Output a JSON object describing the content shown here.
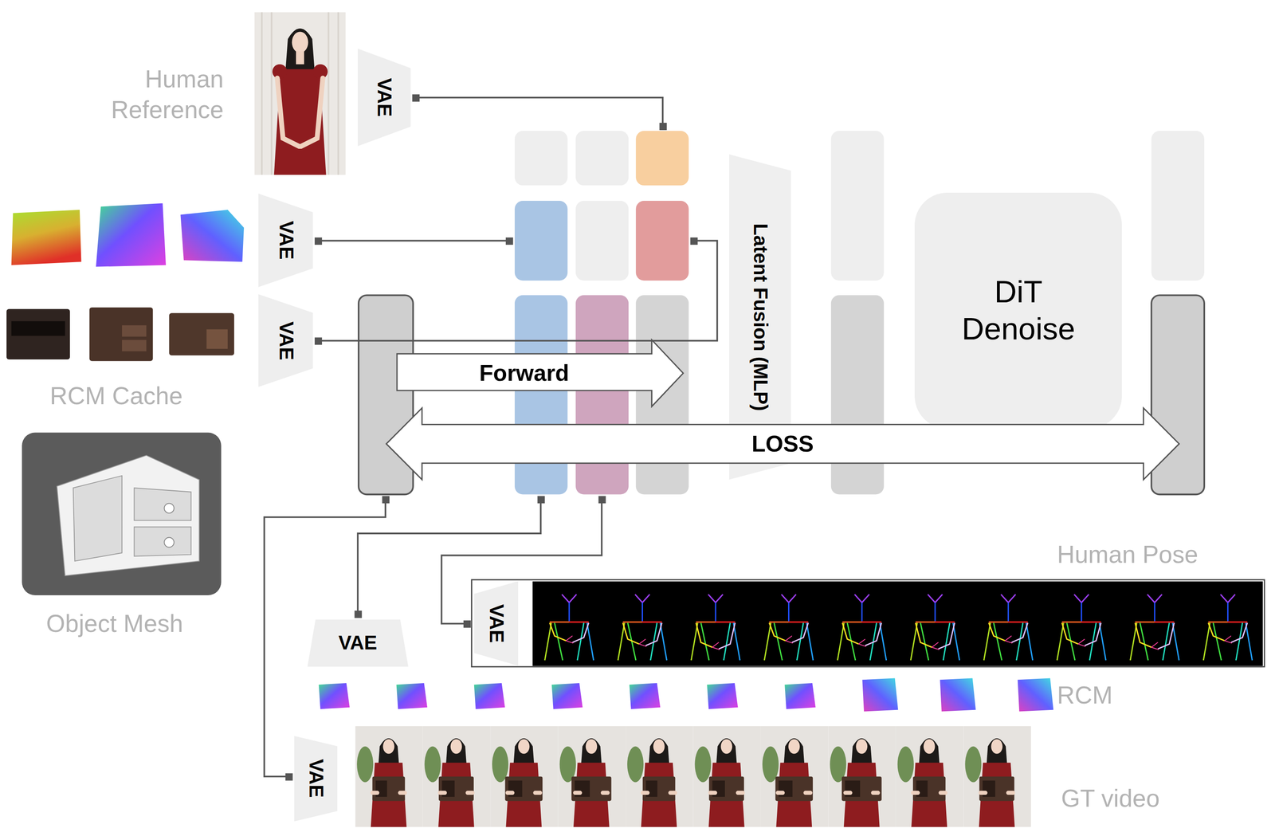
{
  "diagram": {
    "nodes": [
      {
        "text": [
          "VAE"
        ]
      },
      {
        "text": [
          "VAE"
        ]
      },
      {
        "text": [
          "VAE"
        ]
      },
      {
        "text": [
          "Forward"
        ]
      },
      {
        "text": [
          "Latent Fusion (MLP)"
        ]
      },
      {
        "text": [
          "DiT Denoise"
        ]
      },
      {
        "text": [
          "LOSS"
        ]
      },
      {
        "text": [
          "VAE"
        ]
      },
      {
        "text": [
          "VAE"
        ]
      },
      {
        "text": [
          "VAE"
        ]
      }
    ],
    "labels": [
      "Human Reference",
      "RCM Cache",
      "Object Mesh",
      "Human Pose",
      "RCM",
      "GT video"
    ]
  }
}
